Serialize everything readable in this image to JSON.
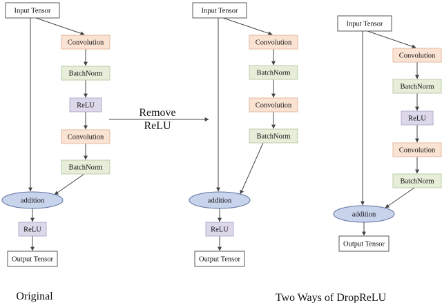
{
  "labels": {
    "input": "Input Tensor",
    "conv": "Convolution",
    "bn": "BatchNorm",
    "relu": "ReLU",
    "add": "addition",
    "output": "Output Tensor"
  },
  "arrow": {
    "line1": "Remove",
    "line2": "ReLU"
  },
  "captions": {
    "left": "Original",
    "right": "Two Ways of DropReLU"
  },
  "colors": {
    "io_fill": "#ffffff",
    "io_stroke": "#555555",
    "conv_fill": "#fbe3d4",
    "conv_stroke": "#e2b9a0",
    "bn_fill": "#e6eed9",
    "bn_stroke": "#bccca8",
    "relu_fill": "#dcd8ea",
    "relu_stroke": "#b3adcc",
    "add_fill": "#c8d3ec",
    "add_stroke": "#5d6f9e",
    "edge": "#444444"
  }
}
